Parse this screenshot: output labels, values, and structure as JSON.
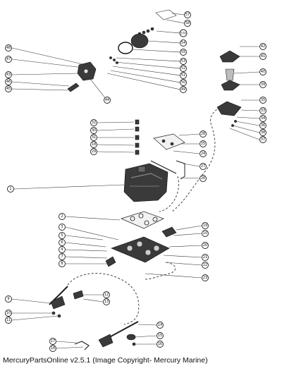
{
  "footer": {
    "text": "MercuryPartsOnline v2.5.1 (Image Copyright- Mercury Marine)"
  },
  "callouts": {
    "c57": "57",
    "c58": "58",
    "c57a": "57A",
    "c54": "54",
    "c55": "55",
    "c53": "53",
    "c52": "52",
    "c51": "51",
    "c50": "50",
    "c49": "49",
    "c48": "48",
    "c47": "47",
    "c43": "43",
    "c46": "46",
    "c45": "45",
    "c44": "44",
    "c42": "42",
    "c41": "41",
    "c40": "40",
    "c39": "39",
    "c35": "35",
    "c33": "33",
    "c34": "34",
    "c36": "36",
    "c38": "38",
    "c37": "37",
    "c32": "32",
    "c30": "30",
    "c31": "31",
    "c18": "18",
    "c29": "29",
    "c28": "28",
    "c25": "25",
    "c24": "24",
    "c27": "27",
    "c26": "26",
    "c1": "1",
    "c2": "2",
    "c3": "3",
    "c5": "5",
    "c6": "6",
    "c4": "4",
    "c7": "7",
    "c8": "8",
    "c19": "19",
    "c10": "10",
    "c20": "20",
    "c21": "21",
    "c22": "22",
    "c23": "23",
    "c9": "9",
    "c12": "12",
    "c13": "13",
    "c10b": "10",
    "c11": "11",
    "c14": "14",
    "c15": "15",
    "c16": "16",
    "c17": "17",
    "c18b": "18"
  }
}
